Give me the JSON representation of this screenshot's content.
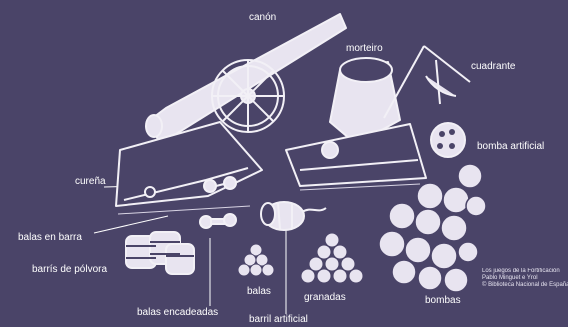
{
  "labels": {
    "canon": "canón",
    "morteiro": "morteiro",
    "cuadrante": "cuadrante",
    "bomba_artificial": "bomba artificial",
    "curena": "cureña",
    "balas_en_barra": "balas en barra",
    "barris_de_polvora": "barrís de pólvora",
    "balas": "balas",
    "granadas": "granadas",
    "bombas": "bombas",
    "balas_encadeadas": "balas encadeadas",
    "barril_artificial": "barril artificial"
  },
  "credit": {
    "line1": "Los juegos de la Fortificación",
    "line2": "Pablo Minguet e Yrol",
    "line3": "© Biblioteca Nacional de España"
  },
  "colors": {
    "background": "#4a4468",
    "ink": "#f2f0f6"
  }
}
